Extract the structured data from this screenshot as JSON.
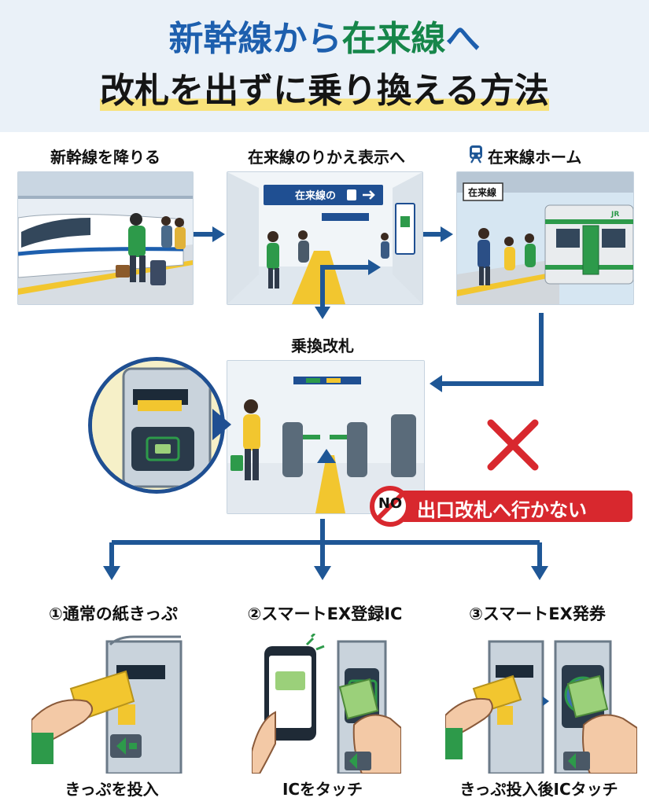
{
  "title": {
    "line1_part1": "新幹線から",
    "line1_part2": "在来線",
    "line1_part3": "へ",
    "line2": "改札を出ずに乗り換える方法"
  },
  "steps": [
    {
      "label": "新幹線を降りる"
    },
    {
      "label": "在来線のりかえ表示へ",
      "sign_text": "在来線の"
    },
    {
      "label": "在来線ホーム",
      "sign_text": "在来線"
    }
  ],
  "gate_section": {
    "label": "乗換改札",
    "warning_no": "NO",
    "warning_text": "出口改札へ行かない"
  },
  "methods": [
    {
      "label": "①通常の紙きっぷ",
      "caption": "きっぷを投入"
    },
    {
      "label": "②スマートEX登録IC",
      "caption": "ICをタッチ"
    },
    {
      "label": "③スマートEX発券",
      "caption": "きっぷ投入後ICタッチ"
    }
  ],
  "colors": {
    "title_blue": "#1d5fae",
    "title_green": "#16864a",
    "arrow_blue": "#1f5796",
    "warning_red": "#d8282e",
    "highlight_yellow": "#f8e27a"
  },
  "icons": {
    "train_icon": "train-icon",
    "no_sign": "prohibited-icon",
    "cross": "cross-icon"
  }
}
